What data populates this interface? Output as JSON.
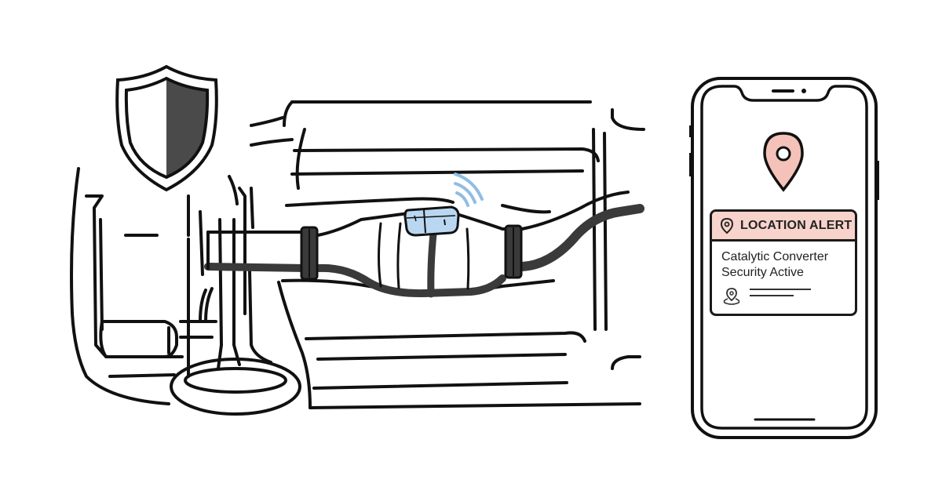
{
  "illustration": {
    "subject": "Catalytic converter with tracking device under car, phone showing alert",
    "colors": {
      "ink": "#111111",
      "shield_fill": "#4a4a4a",
      "device_blue": "#b9d7f0",
      "signal_blue": "#8fbde3",
      "alert_pink": "#f7d3cb",
      "pin_pink": "#f4c2b8"
    }
  },
  "phone": {
    "notification": {
      "title": "LOCATION ALERT",
      "line1": "Catalytic Converter",
      "line2": "Security Active"
    }
  }
}
